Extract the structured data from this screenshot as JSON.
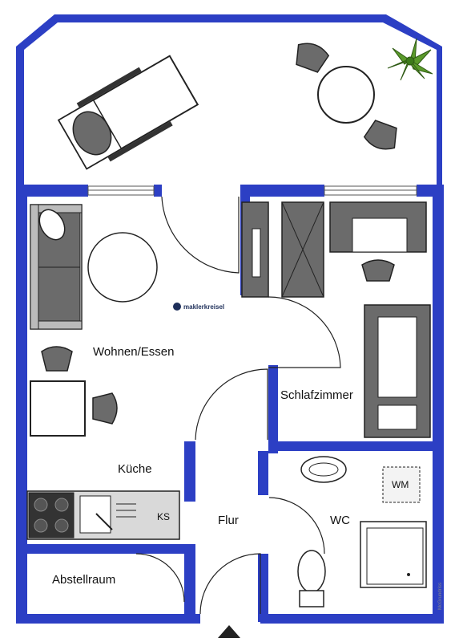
{
  "rooms": {
    "wohnen": "Wohnen/Essen",
    "schlaf": "Schlafzimmer",
    "kueche": "Küche",
    "flur": "Flur",
    "wc": "WC",
    "abstell": "Abstellraum"
  },
  "fixtures": {
    "ks": "KS",
    "wm": "WM"
  },
  "logo": {
    "text": "maklerkreisel"
  },
  "watermark": "McGrundriss",
  "colors": {
    "wall": "#2c3fc4",
    "furniture": "#6b6b6b",
    "furniture_dark": "#4a4a4a",
    "plant": "#5a9a2a"
  }
}
